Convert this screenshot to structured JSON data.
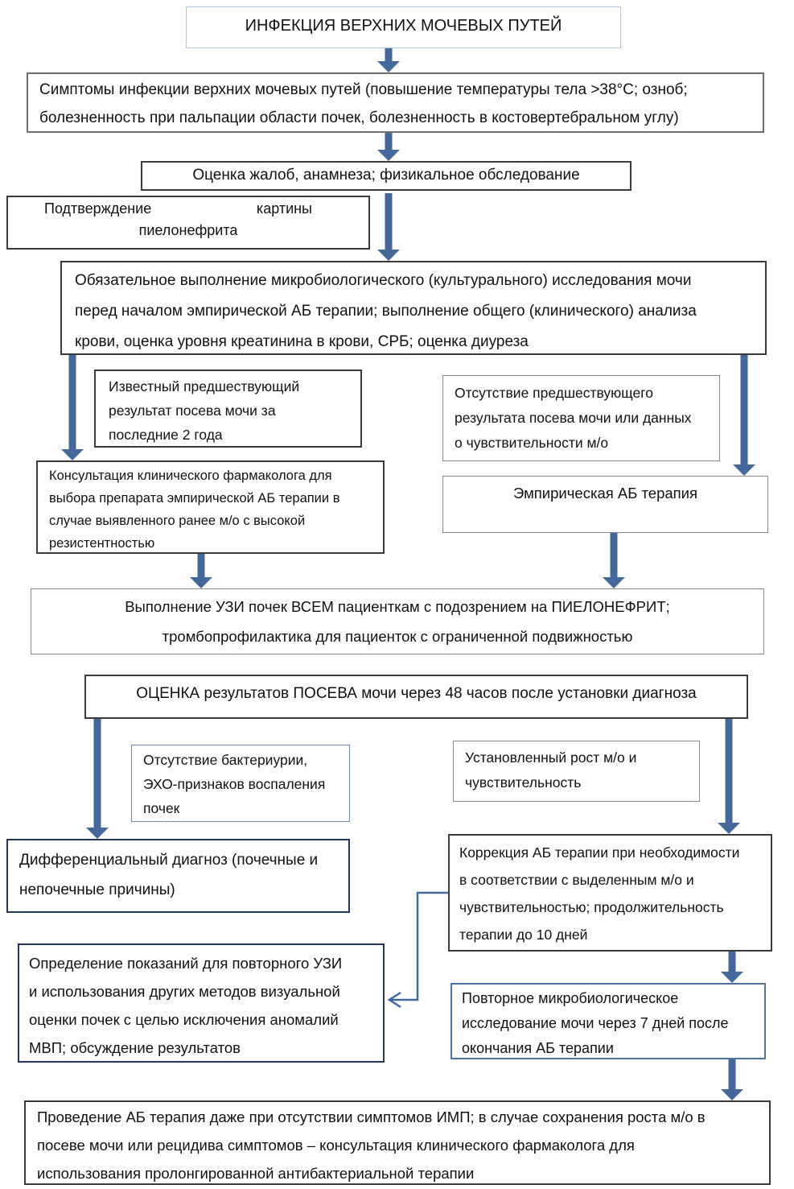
{
  "colors": {
    "arrow": "#44689c",
    "title_border": "#a9c5e8",
    "border_dark": "#3a3a3a",
    "border_gray": "#8a8a8a",
    "border_blue": "#4f74a0",
    "border_navy": "#26355c"
  },
  "nodes": {
    "title": "ИНФЕКЦИЯ ВЕРХНИХ МОЧЕВЫХ ПУТЕЙ",
    "symptoms": [
      "Симптомы инфекции верхних мочевых путей (повышение температуры тела >38°C; озноб;",
      "болезненность при пальпации области почек, болезненность в костовертебральном углу)"
    ],
    "assessment": "Оценка жалоб, анамнеза; физикальное обследование",
    "confirmation": {
      "l1a": "Подтверждение",
      "l1b": "картины",
      "l2": "пиелонефрита"
    },
    "mandatory": [
      "Обязательное выполнение микробиологического (культурального) исследования мочи",
      "перед началом эмпирической АБ терапии; выполнение общего (клинического) анализа",
      "крови, оценка уровня креатинина в крови, СРБ; оценка диуреза"
    ],
    "known_result": [
      "Известный предшествующий",
      "результат посева мочи за",
      "последние 2 года"
    ],
    "no_result": [
      "Отсутствие предшествующего",
      "результата посева мочи или данных",
      "о чувствительности м/о"
    ],
    "consultation": [
      "Консультация клинического фармаколога для",
      "выбора препарата эмпирической АБ терапии в",
      "случае выявленного ранее м/о с высокой",
      "резистентностью"
    ],
    "empiric": "Эмпирическая АБ терапия",
    "ultrasound": [
      "Выполнение УЗИ почек ВСЕМ пациенткам с подозрением на ПИЕЛОНЕФРИТ;",
      "тромбопрофилактика для пациенток с ограниченной подвижностью"
    ],
    "evaluation": "ОЦЕНКА результатов ПОСЕВА мочи через 48 часов после установки диагноза",
    "no_bacteriuria": [
      "Отсутствие бактериурии,",
      "ЭХО-признаков воспаления",
      "почек"
    ],
    "growth": [
      "Установленный рост м/о и",
      "чувствительность"
    ],
    "differential": [
      "Дифференциальный диагноз (почечные и",
      "непочечные причины)"
    ],
    "correction": [
      "Коррекция АБ терапии при необходимости",
      "в соответствии с выделенным м/о и",
      "чувствительностью; продолжительность",
      "терапии до 10 дней"
    ],
    "repeat_indications": [
      "Определение показаний для повторного УЗИ",
      "и использования других методов визуальной",
      "оценки почек с целью исключения аномалий",
      "МВП; обсуждение результатов"
    ],
    "repeat_micro": [
      "Повторное микробиологическое",
      "исследование мочи через 7 дней после",
      "окончания АБ терапии"
    ],
    "final": [
      "Проведение АБ терапия даже при отсутствии симптомов ИМП; в случае сохранения роста м/о в",
      "посеве мочи или рецидива симптомов – консультация клинического фармаколога для",
      "использования пролонгированной антибактериальной терапии"
    ]
  }
}
